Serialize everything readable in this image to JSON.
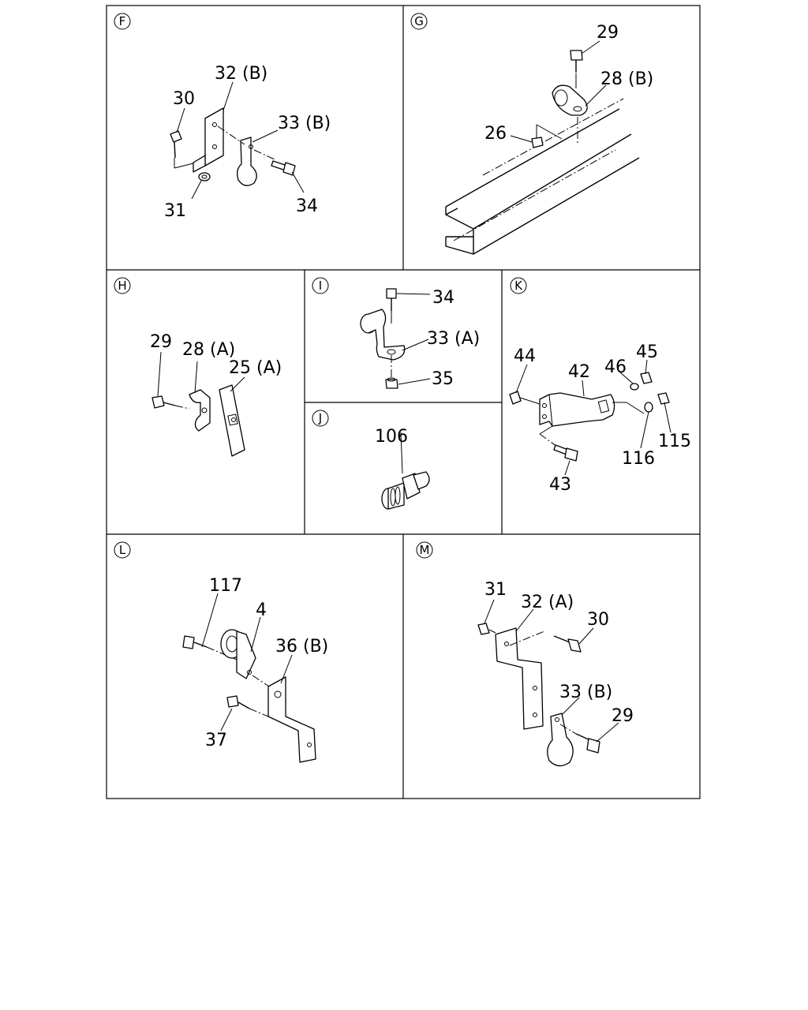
{
  "panels": {
    "F": {
      "letter": "F",
      "labels": {
        "p32": "32 (B)",
        "p30": "30",
        "p33": "33 (B)",
        "p31": "31",
        "p34": "34"
      }
    },
    "G": {
      "letter": "G",
      "labels": {
        "p29": "29",
        "p28": "28 (B)",
        "p26": "26"
      }
    },
    "H": {
      "letter": "H",
      "labels": {
        "p29": "29",
        "p28": "28 (A)",
        "p25": "25 (A)"
      }
    },
    "I": {
      "letter": "I",
      "labels": {
        "p34": "34",
        "p33": "33 (A)",
        "p35": "35"
      }
    },
    "J": {
      "letter": "J",
      "labels": {
        "p106": "106"
      }
    },
    "K": {
      "letter": "K",
      "labels": {
        "p44": "44",
        "p42": "42",
        "p46": "46",
        "p45": "45",
        "p115": "115",
        "p116": "116",
        "p43": "43"
      }
    },
    "L": {
      "letter": "L",
      "labels": {
        "p117": "117",
        "p4": "4",
        "p36": "36 (B)",
        "p37": "37"
      }
    },
    "M": {
      "letter": "M",
      "labels": {
        "p31": "31",
        "p32": "32 (A)",
        "p30": "30",
        "p33": "33 (B)",
        "p29": "29"
      }
    }
  }
}
